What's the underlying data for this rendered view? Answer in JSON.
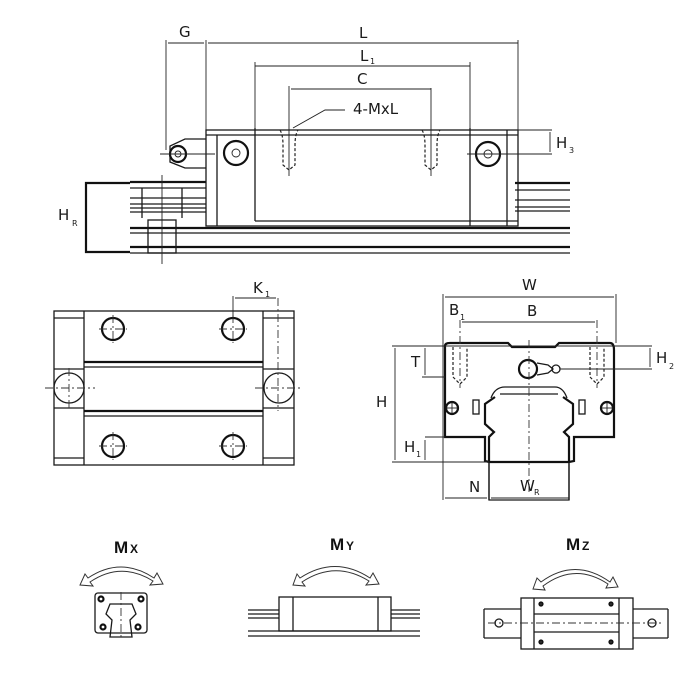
{
  "title": "Linear guide block dimension drawing",
  "side_view": {
    "labels": {
      "G": "G",
      "L": "L",
      "L1": "L",
      "L1_sub": "1",
      "C": "C",
      "thread": "4-MxL",
      "H3": "H",
      "H3_sub": "3",
      "HR": "H",
      "HR_sub": "R"
    }
  },
  "top_view": {
    "labels": {
      "K1": "K",
      "K1_sub": "1"
    }
  },
  "front_view": {
    "labels": {
      "W": "W",
      "B1": "B",
      "B1_sub": "1",
      "B": "B",
      "T": "T",
      "H2": "H",
      "H2_sub": "2",
      "H": "H",
      "H1": "H",
      "H1_sub": "1",
      "N": "N",
      "WR": "W",
      "WR_sub": "R"
    }
  },
  "moments": [
    {
      "label": "M",
      "axis": "X"
    },
    {
      "label": "M",
      "axis": "Y"
    },
    {
      "label": "M",
      "axis": "Z"
    }
  ],
  "colors": {
    "line": "#1a1a1a",
    "background": "#ffffff"
  }
}
